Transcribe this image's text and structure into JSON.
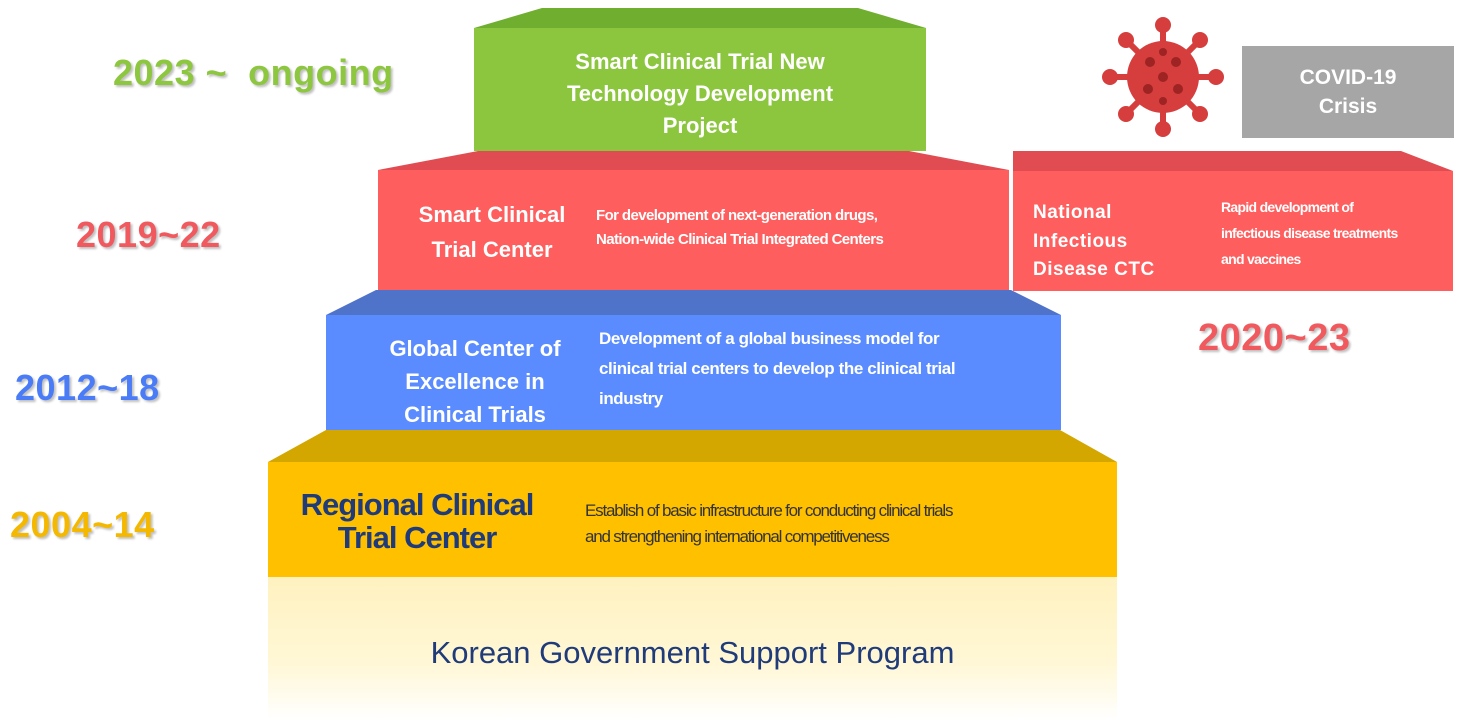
{
  "years": {
    "y2023": "2023 ~  ongoing",
    "y2019": "2019~22",
    "y2020": "2020~23",
    "y2012": "2012~18",
    "y2004": "2004~14"
  },
  "levels": {
    "base": {
      "label": "Korean Government Support Program"
    },
    "regional": {
      "title_line1": "Regional Clinical",
      "title_line2": "Trial Center",
      "desc_line1": "Establish of basic infrastructure for conducting clinical trials",
      "desc_line2": "and strengthening international competitiveness"
    },
    "global": {
      "title_line1": "Global Center of",
      "title_line2": "Excellence in",
      "title_line3": "Clinical Trials",
      "desc_line1": "Development of a global business model for",
      "desc_line2": "clinical trial centers to develop the clinical trial",
      "desc_line3": "industry"
    },
    "smart": {
      "title_line1": "Smart Clinical",
      "title_line2": "Trial Center",
      "desc_line1": "For development of next-generation drugs,",
      "desc_line2": "Nation-wide Clinical Trial Integrated Centers"
    },
    "top": {
      "title_line1": "Smart Clinical Trial New",
      "title_line2": "Technology Development",
      "title_line3": "Project"
    }
  },
  "infectious": {
    "title_line1": "National",
    "title_line2": "Infectious",
    "title_line3": "Disease CTC",
    "desc_line1": "Rapid development of",
    "desc_line2": "infectious disease treatments",
    "desc_line3": "and vaccines"
  },
  "covid": {
    "line1": "COVID-19",
    "line2": "Crisis"
  },
  "icons": {
    "virus": "virus-icon"
  },
  "colors": {
    "green": "#8dc63f",
    "red": "#ff5a5f",
    "blue": "#4a7cf7",
    "yellow": "#ffc000",
    "grey": "#a6a6a6",
    "navy": "#1f3b7a"
  }
}
